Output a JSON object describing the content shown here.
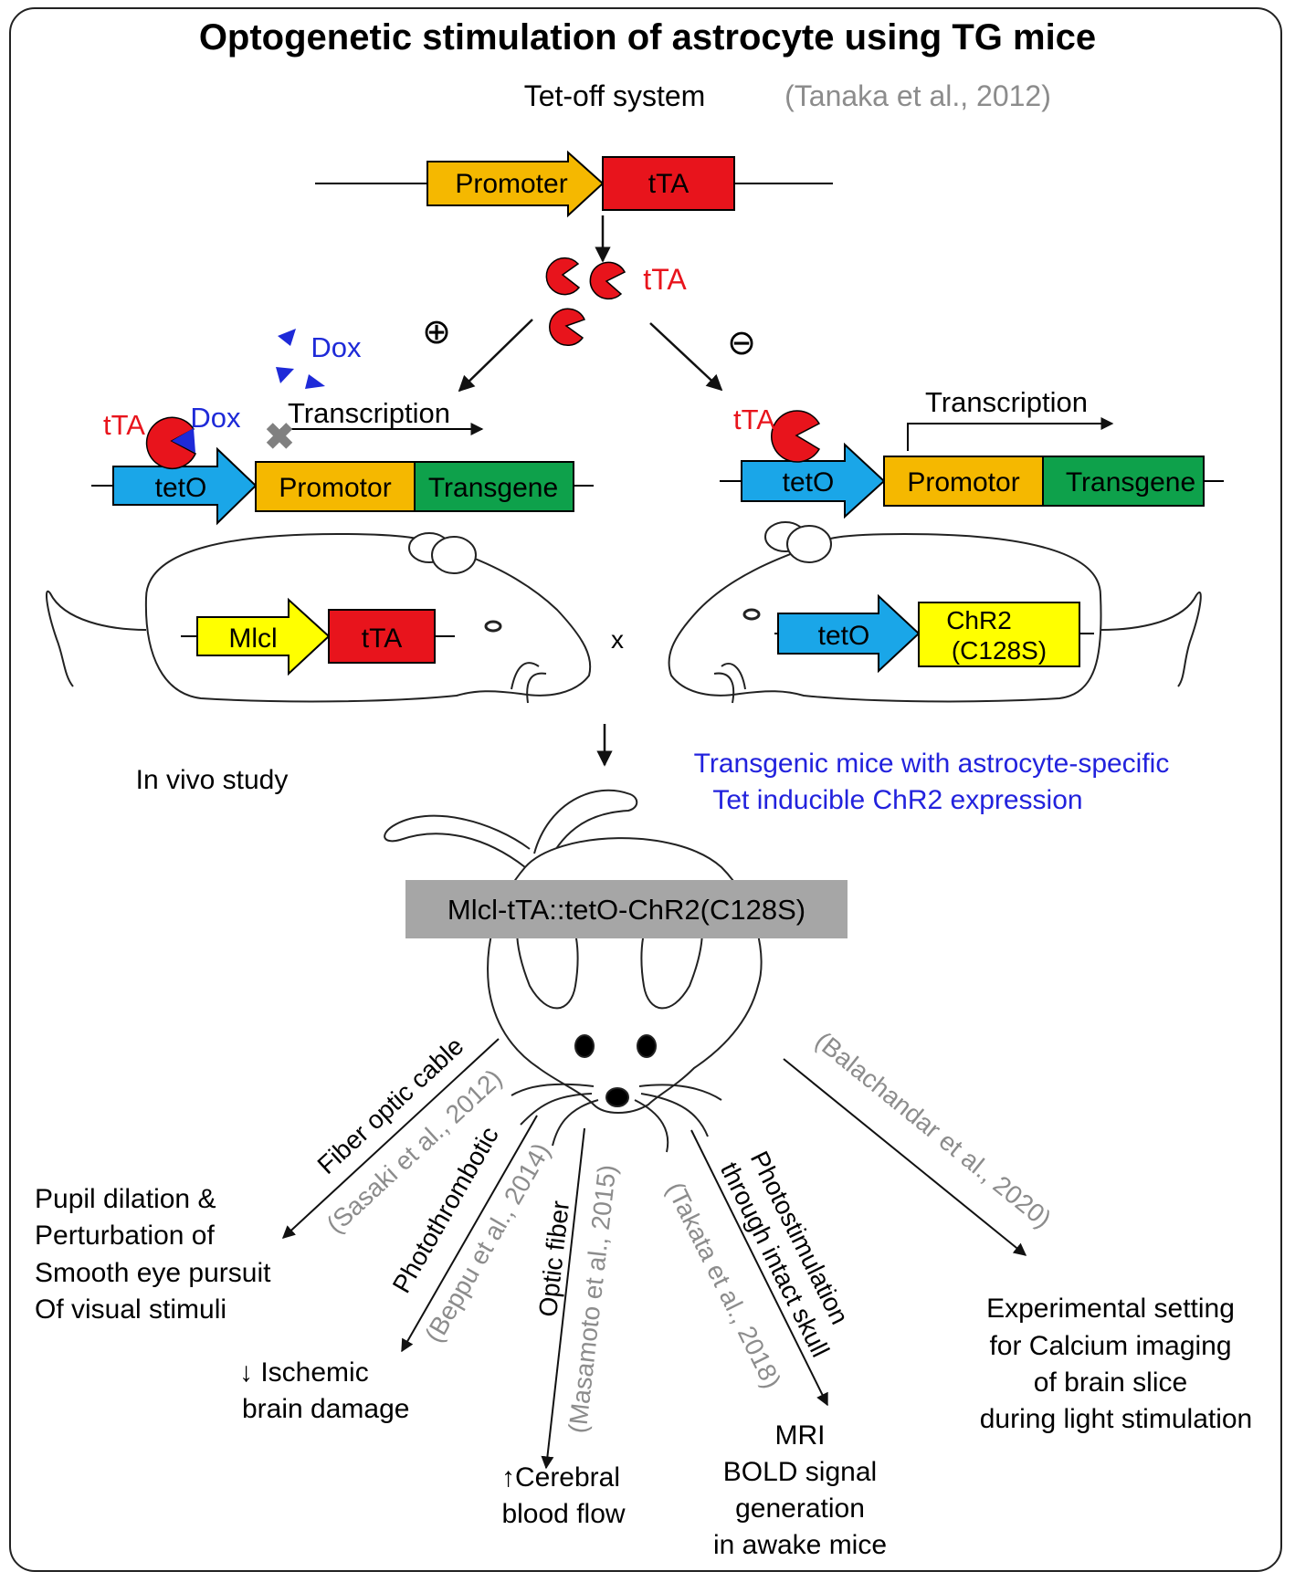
{
  "title": "Optogenetic stimulation of astrocyte using TG mice",
  "tetoff": {
    "label": "Tet-off system",
    "citation": "(Tanaka et al., 2012)",
    "promoter": "Promoter",
    "tta": "tTA",
    "tta_protein_label": "tTA"
  },
  "left_branch": {
    "sign": "⊕",
    "dox_free_label": "Dox",
    "tta_label": "tTA",
    "dox_label": "Dox",
    "transcription": "Transcription",
    "teto": "tetO",
    "promotor": "Promotor",
    "transgene": "Transgene"
  },
  "right_branch": {
    "sign": "⊖",
    "tta_label": "tTA",
    "transcription": "Transcription",
    "teto": "tetO",
    "promotor": "Promotor",
    "transgene": "Transgene"
  },
  "mouse_left": {
    "mlcl": "Mlcl",
    "tta": "tTA"
  },
  "cross": "x",
  "mouse_right": {
    "teto": "tetO",
    "chr2_line1": "ChR2",
    "chr2_line2": "(C128S)"
  },
  "in_vivo": "In vivo study",
  "transgenic_note": {
    "line1": "Transgenic mice with astrocyte-specific",
    "line2": "Tet inducible ChR2 expression"
  },
  "strain_label": "Mlcl-tTA::tetO-ChR2(C128S)",
  "colors": {
    "promoter": "#f5b800",
    "tta": "#e8141c",
    "teto": "#1aa6e8",
    "transgene": "#0ea14b",
    "mlcl": "#ffff00",
    "dox": "#1e2ad8",
    "citation": "#8c8c8c",
    "strain_box": "#a6a6a6",
    "note": "#2222dd"
  },
  "branches": [
    {
      "method": "Fiber optic cable",
      "citation": "(Sasaki et al., 2012)",
      "outcome": [
        "Pupil dilation &",
        "Perturbation of",
        "Smooth eye pursuit",
        "Of visual stimuli"
      ]
    },
    {
      "method": "Photothrombotic",
      "citation": "(Beppu et al., 2014)",
      "outcome": [
        "↓ Ischemic",
        "brain damage"
      ]
    },
    {
      "method": "Optic fiber",
      "citation": "(Masamoto et al., 2015)",
      "outcome": [
        "↑Cerebral",
        "blood flow"
      ]
    },
    {
      "method_line1": "Photostimulation",
      "method_line2": "through intact skull",
      "citation": "(Takata et al., 2018)",
      "outcome": [
        "MRI",
        "BOLD signal",
        "generation",
        "in awake mice"
      ]
    },
    {
      "citation": "(Balachandar et al., 2020)",
      "outcome": [
        "Experimental setting",
        "for Calcium imaging",
        "of brain slice",
        "during light stimulation"
      ]
    }
  ]
}
